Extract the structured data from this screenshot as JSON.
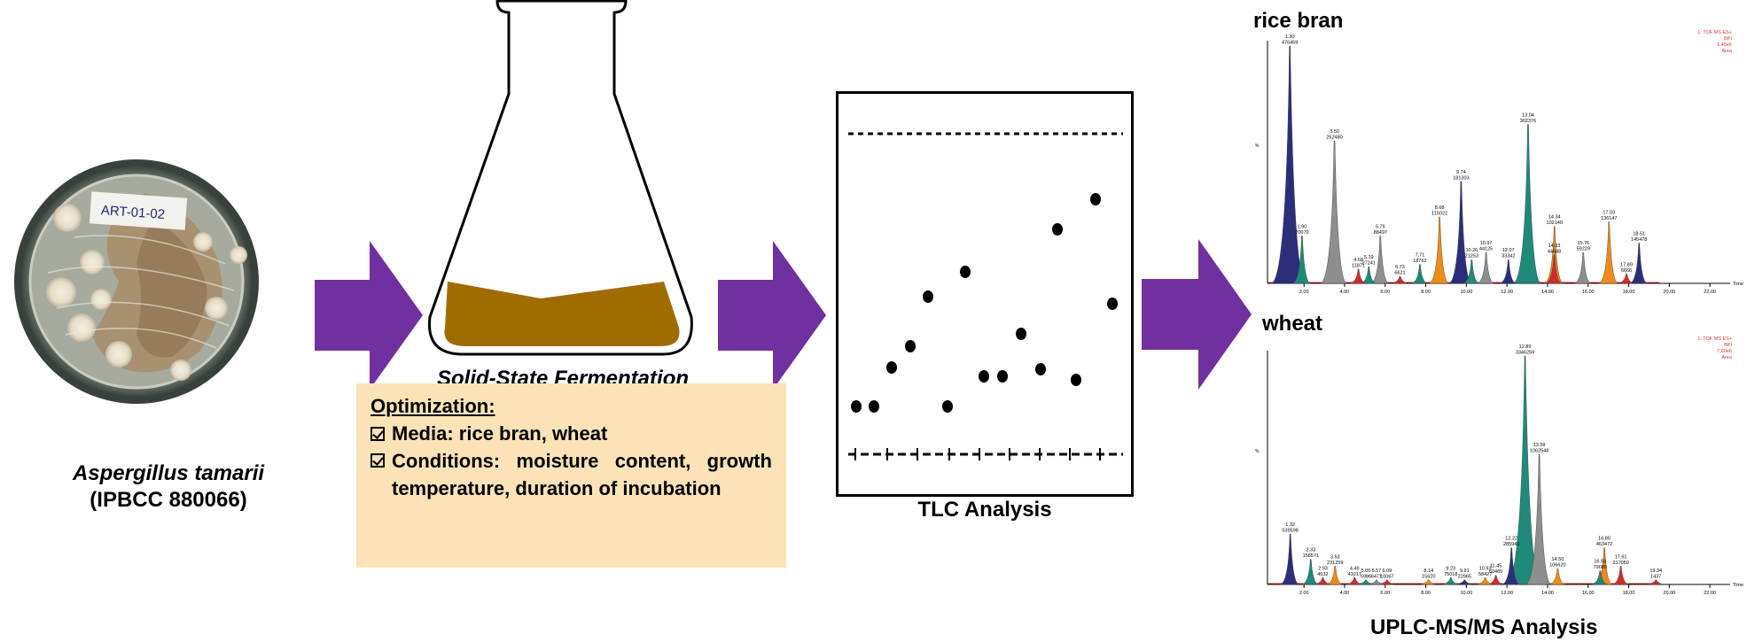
{
  "organism": {
    "name": "Aspergillus tamarii",
    "strain": "(IPBCC 880066)",
    "plate_label": "ART-01-02"
  },
  "fermentation": {
    "caption": "Solid-State Fermentation"
  },
  "optimization": {
    "title": "Optimization:",
    "item1": "Media: rice bran, wheat",
    "item2": "Conditions: moisture content, growth temperature, duration of incubation"
  },
  "tlc": {
    "caption": "TLC Analysis"
  },
  "uplc": {
    "caption": "UPLC-MS/MS Analysis",
    "panels": [
      {
        "title": "rice bran",
        "header": [
          "1: TOF MS ES+",
          "BPI",
          "1.45e6",
          "Area"
        ],
        "xticks": [
          "2.00",
          "4.00",
          "6.00",
          "8.00",
          "10.00",
          "12.00",
          "14.00",
          "16.00",
          "18.00",
          "20.00",
          "22.00"
        ],
        "time_label": "Time",
        "y_label": "%",
        "peaks": [
          {
            "t": 1.3,
            "h": 100,
            "color": "#2b2f7a",
            "label": [
              "1.30",
              "476459"
            ]
          },
          {
            "t": 1.9,
            "h": 20,
            "color": "#1f8a78",
            "label": [
              "1.90",
              "70070"
            ]
          },
          {
            "t": 3.5,
            "h": 60,
            "color": "#8e8e8e",
            "label": [
              "3.50",
              "252480"
            ]
          },
          {
            "t": 4.68,
            "h": 6,
            "color": "#d12a2a",
            "label": [
              "4.68",
              "11871"
            ]
          },
          {
            "t": 5.19,
            "h": 7,
            "color": "#1f8a78",
            "label": [
              "5.19",
              "27241"
            ]
          },
          {
            "t": 5.76,
            "h": 20,
            "color": "#8e8e8e",
            "label": [
              "5.76",
              "88497"
            ]
          },
          {
            "t": 6.73,
            "h": 3,
            "color": "#d12a2a",
            "label": [
              "6.73",
              "6621"
            ]
          },
          {
            "t": 7.71,
            "h": 8,
            "color": "#1f8a78",
            "label": [
              "7.71",
              "18762"
            ]
          },
          {
            "t": 8.68,
            "h": 28,
            "color": "#f08a1a",
            "label": [
              "8.68",
              "115022"
            ]
          },
          {
            "t": 9.74,
            "h": 43,
            "color": "#2b2f7a",
            "label": [
              "9.74",
              "181303"
            ]
          },
          {
            "t": 10.26,
            "h": 10,
            "color": "#1f8a78",
            "label": [
              "10.26",
              "21253"
            ]
          },
          {
            "t": 10.97,
            "h": 13,
            "color": "#8e8e8e",
            "label": [
              "10.97",
              "44125"
            ]
          },
          {
            "t": 12.07,
            "h": 10,
            "color": "#2b2f7a",
            "label": [
              "12.07",
              "33342"
            ]
          },
          {
            "t": 13.04,
            "h": 67,
            "color": "#1f8a78",
            "label": [
              "13.04",
              "302376"
            ]
          },
          {
            "t": 14.34,
            "h": 24,
            "color": "#f08a1a",
            "label": [
              "14.34",
              "102140"
            ]
          },
          {
            "t": 14.33,
            "h": 12,
            "color": "#d12a2a",
            "label": [
              "14.33",
              "44648"
            ]
          },
          {
            "t": 15.76,
            "h": 13,
            "color": "#8e8e8e",
            "label": [
              "15.76",
              "59229"
            ]
          },
          {
            "t": 17.03,
            "h": 26,
            "color": "#f08a1a",
            "label": [
              "17.03",
              "136147"
            ]
          },
          {
            "t": 17.89,
            "h": 4,
            "color": "#d12a2a",
            "label": [
              "17.89",
              "6666"
            ]
          },
          {
            "t": 18.51,
            "h": 17,
            "color": "#2b2f7a",
            "label": [
              "18.51",
              "145478"
            ]
          }
        ]
      },
      {
        "title": "wheat",
        "header": [
          "1: TOF MS ES+",
          "BPI",
          "7.60e6",
          "Area"
        ],
        "xticks": [
          "2.00",
          "4.00",
          "6.00",
          "8.00",
          "10.00",
          "12.00",
          "14.00",
          "16.00",
          "18.00",
          "20.00",
          "22.00"
        ],
        "time_label": "Time",
        "y_label": "%",
        "peaks": [
          {
            "t": 1.32,
            "h": 22,
            "color": "#2b2f7a",
            "label": [
              "1.32",
              "539598"
            ]
          },
          {
            "t": 2.33,
            "h": 11,
            "color": "#1f8a78",
            "label": [
              "2.33",
              "158571"
            ]
          },
          {
            "t": 2.93,
            "h": 3,
            "color": "#d12a2a",
            "label": [
              "2.93",
              "4532"
            ]
          },
          {
            "t": 3.53,
            "h": 8,
            "color": "#f08a1a",
            "label": [
              "3.53",
              "231259"
            ]
          },
          {
            "t": 4.49,
            "h": 3,
            "color": "#d12a2a",
            "label": [
              "4.49",
              "41017"
            ]
          },
          {
            "t": 5.05,
            "h": 2,
            "color": "#1f8a78",
            "label": [
              "5.05",
              "5986"
            ]
          },
          {
            "t": 5.57,
            "h": 2,
            "color": "#8e8e8e",
            "label": [
              "5.57",
              "6471"
            ]
          },
          {
            "t": 6.09,
            "h": 2,
            "color": "#d12a2a",
            "label": [
              "6.09",
              "10067"
            ]
          },
          {
            "t": 8.14,
            "h": 2,
            "color": "#f08a1a",
            "label": [
              "8.14",
              "15620"
            ]
          },
          {
            "t": 9.23,
            "h": 3,
            "color": "#1f8a78",
            "label": [
              "9.23",
              "75018"
            ]
          },
          {
            "t": 9.91,
            "h": 2,
            "color": "#2b2f7a",
            "label": [
              "9.91",
              "22965"
            ]
          },
          {
            "t": 10.93,
            "h": 3,
            "color": "#f08a1a",
            "label": [
              "10.93",
              "58427"
            ]
          },
          {
            "t": 11.45,
            "h": 4,
            "color": "#d12a2a",
            "label": [
              "11.45",
              "60465"
            ]
          },
          {
            "t": 12.22,
            "h": 16,
            "color": "#2b2f7a",
            "label": [
              "12.22",
              "285945"
            ]
          },
          {
            "t": 12.89,
            "h": 100,
            "color": "#1f8a78",
            "label": [
              "12.89",
              "3346259"
            ]
          },
          {
            "t": 13.59,
            "h": 57,
            "color": "#8e8e8e",
            "label": [
              "13.59",
              "1062548"
            ]
          },
          {
            "t": 14.5,
            "h": 7,
            "color": "#f08a1a",
            "label": [
              "14.50",
              "106620"
            ]
          },
          {
            "t": 16.59,
            "h": 6,
            "color": "#1f8a78",
            "label": [
              "16.59",
              "79089"
            ]
          },
          {
            "t": 16.8,
            "h": 16,
            "color": "#f08a1a",
            "label": [
              "16.80",
              "463472"
            ]
          },
          {
            "t": 17.61,
            "h": 8,
            "color": "#d12a2a",
            "label": [
              "17.61",
              "217050"
            ]
          },
          {
            "t": 19.34,
            "h": 2,
            "color": "#d12a2a",
            "label": [
              "19.34",
              "1437"
            ]
          }
        ]
      }
    ]
  },
  "colors": {
    "arrow": "#7030a0",
    "medium": "#a06c00",
    "box": "#fbe3b7"
  }
}
